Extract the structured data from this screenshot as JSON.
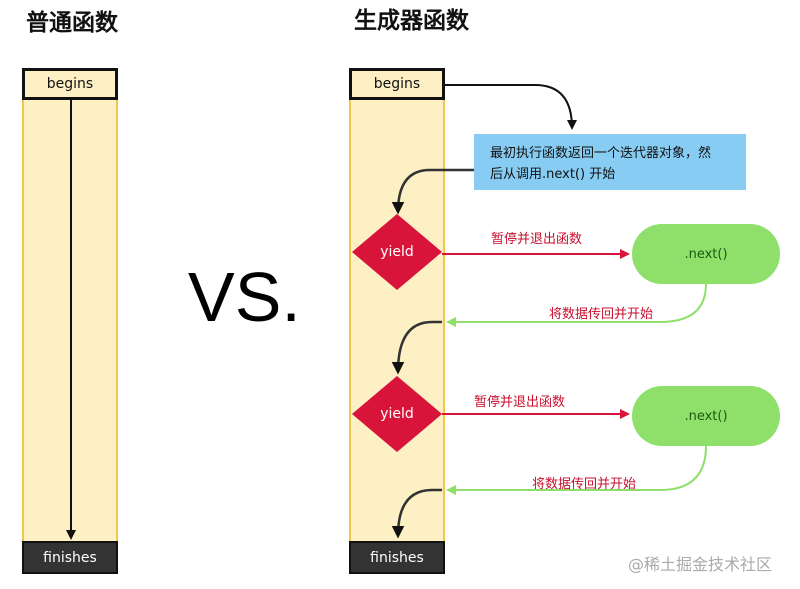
{
  "left": {
    "title": "普通函数",
    "begins_label": "begins",
    "finishes_label": "finishes"
  },
  "vs_label": "VS.",
  "right": {
    "title": "生成器函数",
    "begins_label": "begins",
    "finishes_label": "finishes",
    "note_lines": [
      "最初执行函数返回一个迭代器对象，然",
      "后从调用.next() 开始"
    ],
    "steps": [
      {
        "yield_label": "yield",
        "pause_label": "暂停并退出函数",
        "next_label": ".next()",
        "resume_label": "将数据传回并开始"
      },
      {
        "yield_label": "yield",
        "pause_label": "暂停并退出函数",
        "next_label": ".next()",
        "resume_label": "将数据传回并开始"
      }
    ]
  },
  "colors": {
    "lane_fill": "#fdf0c4",
    "lane_border": "#f1c84b",
    "yield_fill": "#d9143a",
    "pause_arrow": "#d9143a",
    "next_fill": "#8ee06a",
    "resume_arrow": "#8ee06a",
    "note_fill": "#87ccf3",
    "finishes_fill": "#333333"
  },
  "watermark": "@稀土掘金技术社区"
}
